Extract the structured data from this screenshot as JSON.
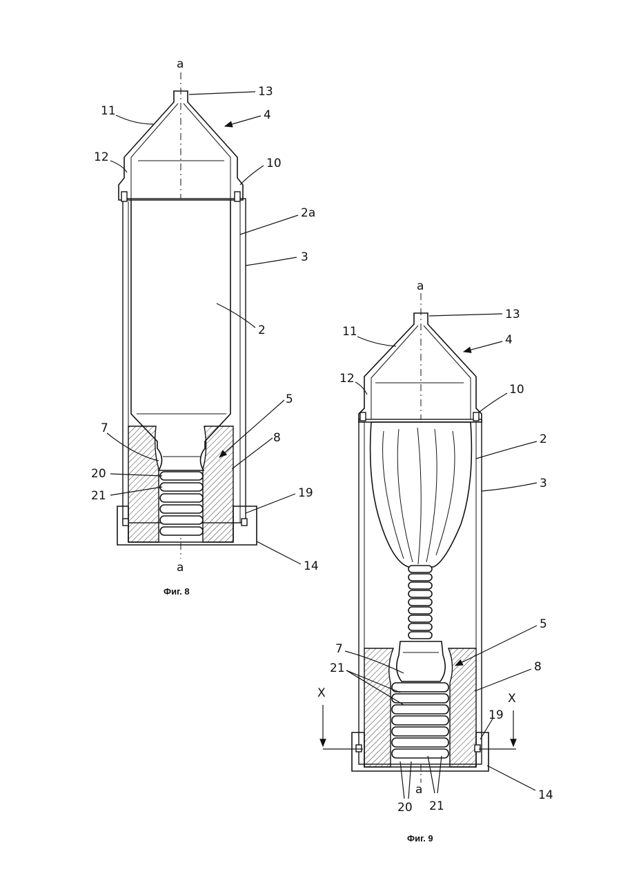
{
  "figures": [
    {
      "id": "fig8",
      "caption": "Фиг. 8",
      "axis_label_top": "a",
      "axis_label_bottom": "a",
      "labels": [
        "13",
        "11",
        "4",
        "12",
        "10",
        "2a",
        "3",
        "2",
        "5",
        "7",
        "8",
        "20",
        "21",
        "19",
        "14"
      ]
    },
    {
      "id": "fig9",
      "caption": "Фиг. 9",
      "axis_label_top": "a",
      "axis_label_bottom": "a",
      "section_mark_left": "X",
      "section_mark_right": "X",
      "labels": [
        "13",
        "11",
        "4",
        "12",
        "10",
        "2",
        "3",
        "5",
        "7",
        "21",
        "8",
        "19",
        "14",
        "20",
        "21"
      ]
    }
  ]
}
